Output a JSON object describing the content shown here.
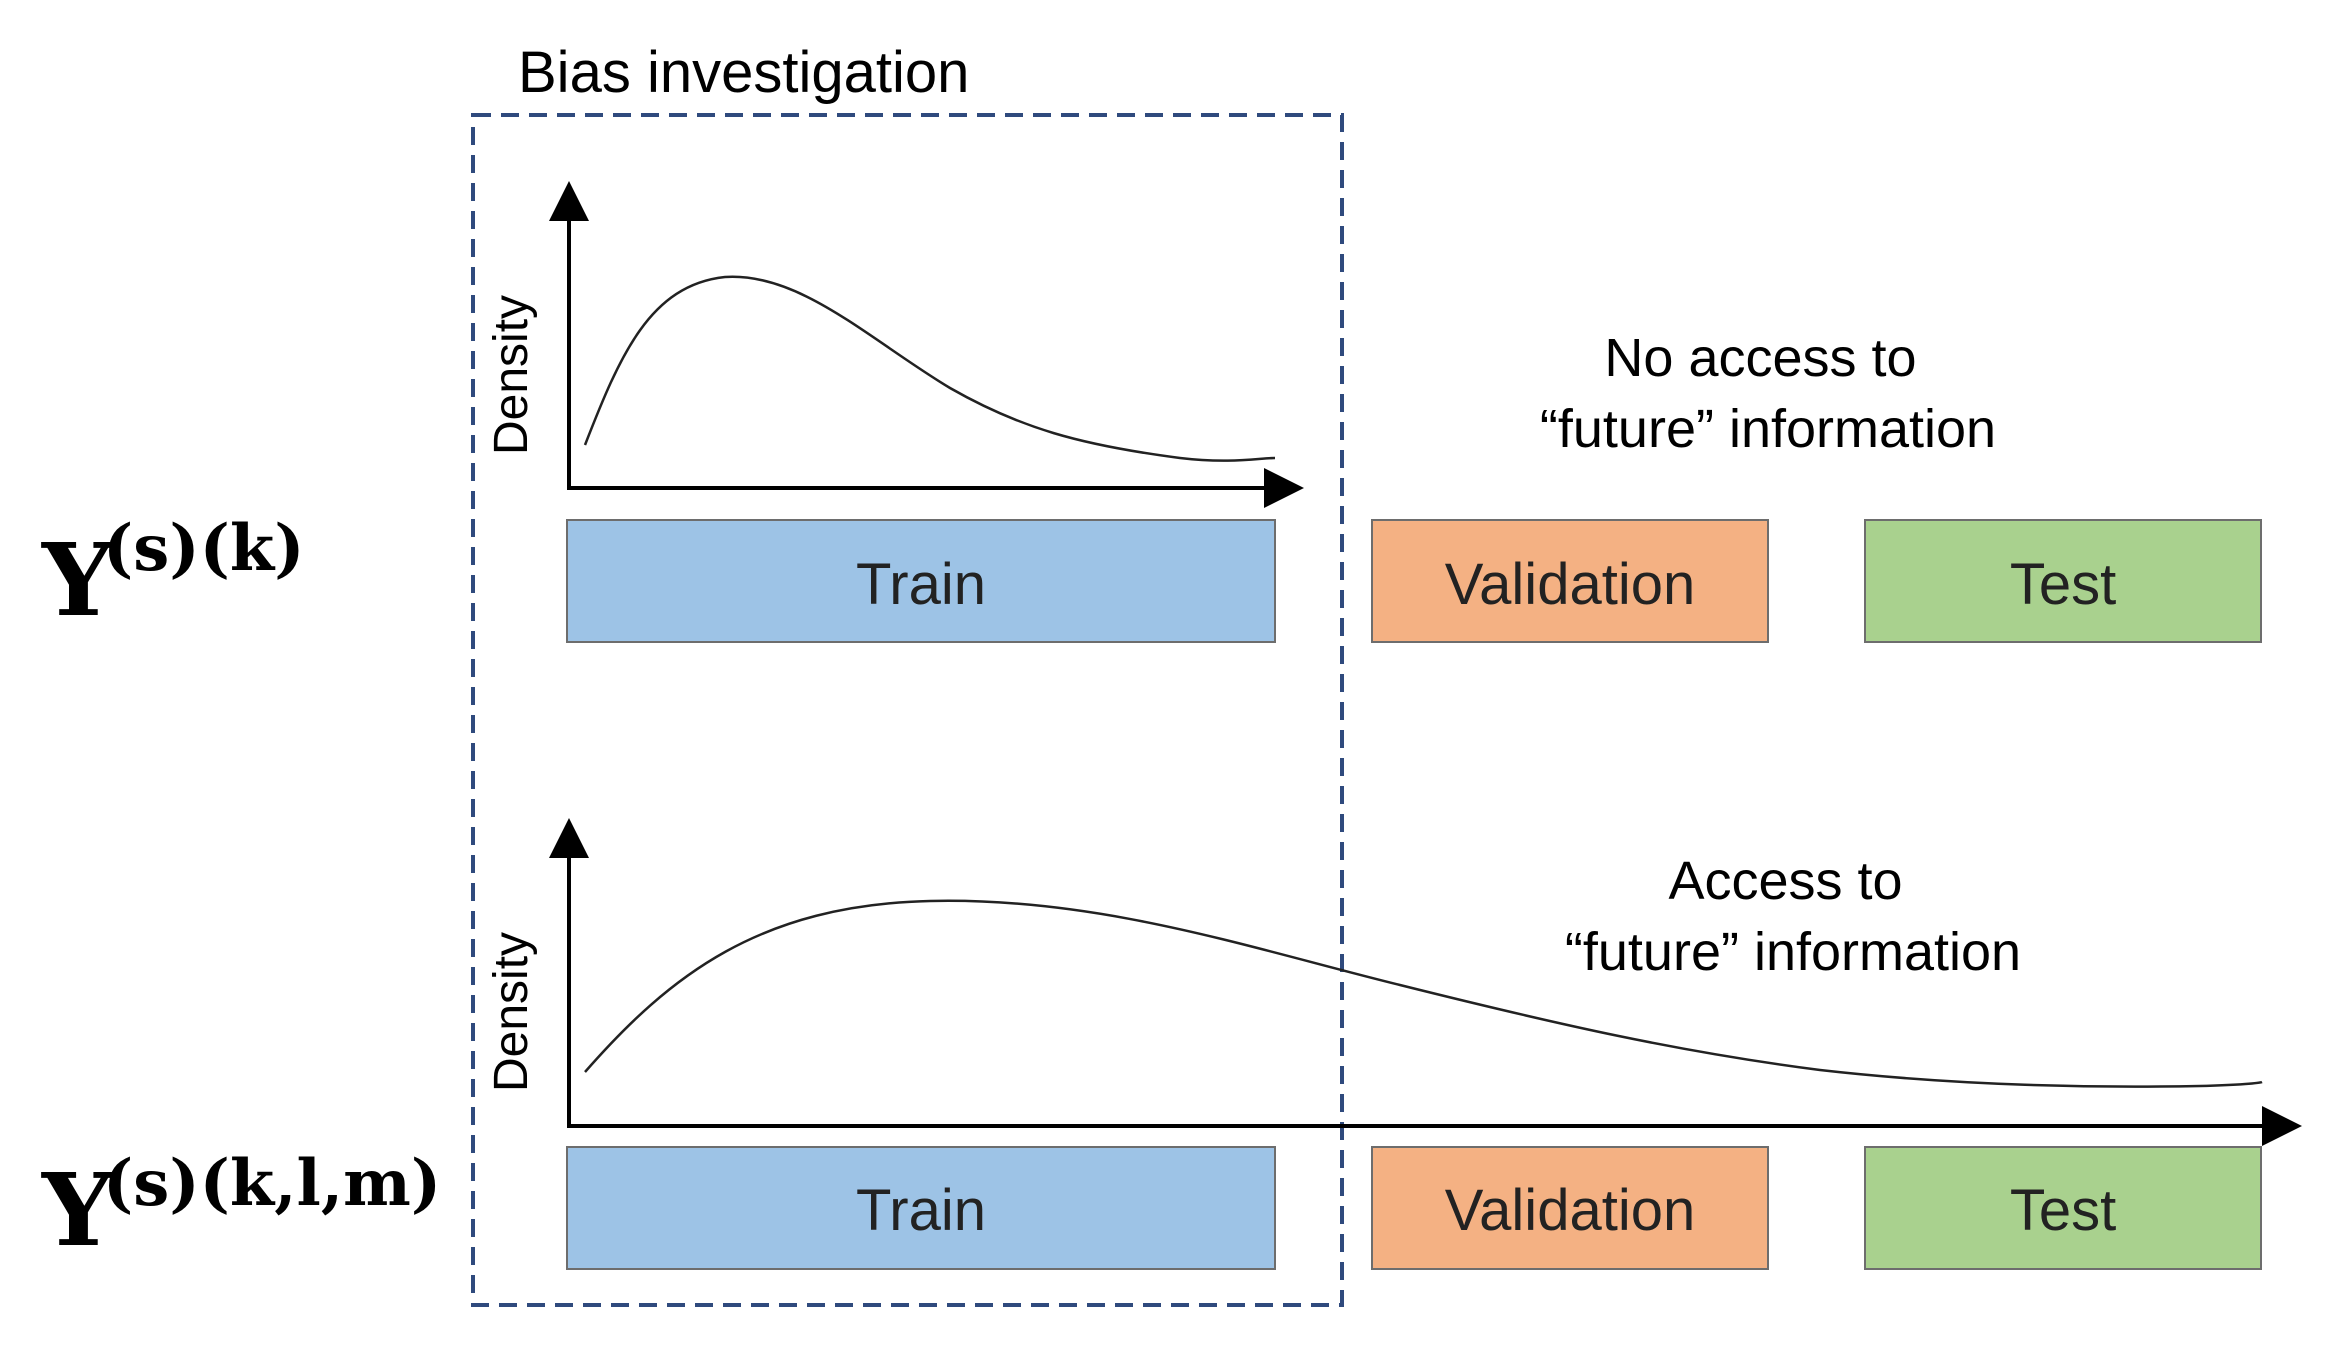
{
  "bias_region": {
    "label": "Bias investigation",
    "border_color": "#2f4a7d"
  },
  "rows": [
    {
      "variable": {
        "base": "Y",
        "superscript": "(s)(k)"
      },
      "density_axis_label": "Density",
      "note": [
        "No access to",
        "“future” information"
      ],
      "splits": [
        {
          "label": "Train",
          "fill": "#9dc3e6"
        },
        {
          "label": "Validation",
          "fill": "#f4b183"
        },
        {
          "label": "Test",
          "fill": "#a9d18e"
        }
      ]
    },
    {
      "variable": {
        "base": "Y",
        "superscript": "(s)(k,l,m)"
      },
      "density_axis_label": "Density",
      "note": [
        "Access to",
        "“future” information"
      ],
      "splits": [
        {
          "label": "Train",
          "fill": "#9dc3e6"
        },
        {
          "label": "Validation",
          "fill": "#f4b183"
        },
        {
          "label": "Test",
          "fill": "#a9d18e"
        }
      ]
    }
  ]
}
